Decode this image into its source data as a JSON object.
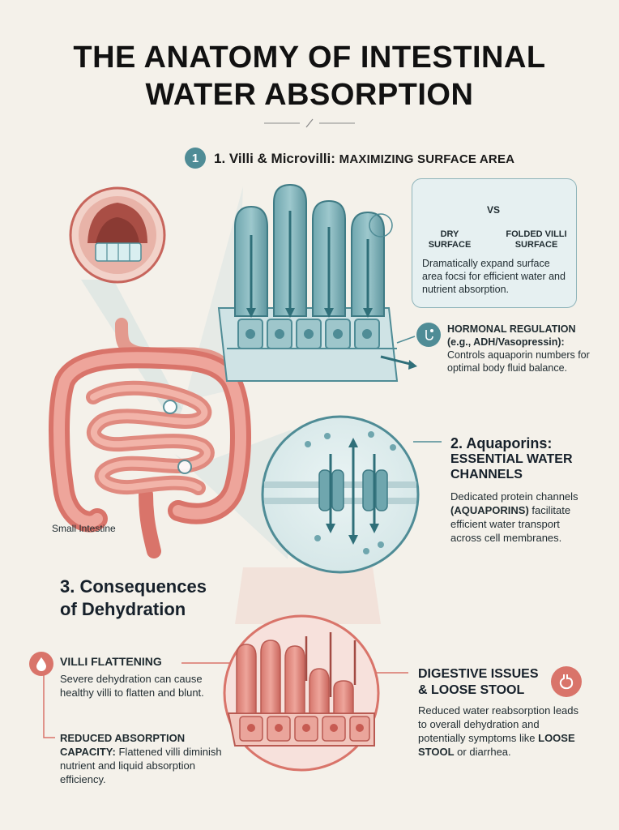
{
  "title": {
    "line1": "THE ANATOMY OF INTESTINAL",
    "line2": "WATER ABSORPTION"
  },
  "section1": {
    "badge": "1",
    "heading_prefix": "1. Villi & Microvilli:",
    "heading_caps": "MAXIMIZING SURFACE AREA",
    "compare": {
      "vs": "VS",
      "dry_label": "DRY\nSURFACE",
      "folded_label": "FOLDED VILLI\nSURFACE",
      "description": "Dramatically expand surface area focsi for efficient water and nutrient absorption."
    }
  },
  "hormonal": {
    "heading": "HORMONAL REGULATION",
    "sub": "(e.g., ADH/Vasopressin):",
    "body": "Controls aquaporin numbers for optimal body fluid balance."
  },
  "section2": {
    "heading_line1": "2. Aquaporins:",
    "heading_line2": "ESSENTIAL WATER",
    "heading_line3": "CHANNELS",
    "body_before": "Dedicated protein channels",
    "body_bold": "(AQUAPORINS)",
    "body_after": "facilitate efficient water transport across cell membranes."
  },
  "small_intestine_label": "Small Intestine",
  "section3": {
    "heading_line1": "3. Consequences",
    "heading_line2": "of Dehydration",
    "villi_flattening": {
      "heading": "VILLI FLATTENING",
      "body": "Severe dehydration can cause healthy villi to flatten and blunt."
    },
    "reduced_absorption": {
      "heading": "REDUCED ABSORPTION CAPACITY:",
      "body": "Flattened villi diminish nutrient and liquid absorption efficiency."
    },
    "digestive": {
      "heading_line1": "DIGESTIVE ISSUES",
      "heading_line2": "& LOOSE STOOL",
      "body_before": "Reduced water reabsorption leads to overall dehydration and potentially symptoms like",
      "body_bold": "LOOSE STOOL",
      "body_after": "or diarrhea."
    }
  },
  "colors": {
    "teal": "#4f8c96",
    "salmon": "#d9746a",
    "background": "#f4f1ea"
  }
}
